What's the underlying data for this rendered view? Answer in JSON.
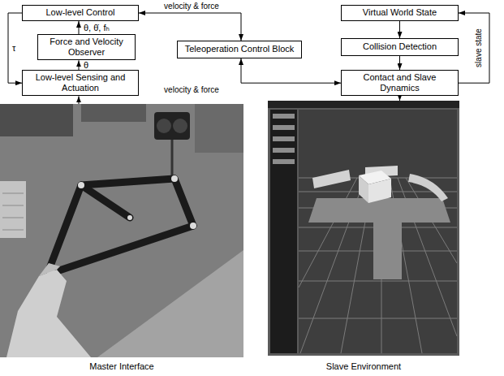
{
  "diagram": {
    "nodes": [
      {
        "text": [
          "Low-level Control"
        ]
      },
      {
        "text": [
          "Force and Velocity Observer"
        ]
      },
      {
        "text": [
          "Low-level Sensing and Actuation"
        ]
      },
      {
        "text": [
          "Teleoperation Control Block"
        ]
      },
      {
        "text": [
          "Virtual World State"
        ]
      },
      {
        "text": [
          "Collision Detection"
        ]
      },
      {
        "text": [
          "Contact and Slave Dynamics"
        ]
      },
      {
        "text": [
          "Master Interface"
        ]
      },
      {
        "text": [
          "Slave Environment"
        ]
      }
    ],
    "edges": [
      {
        "from": 2,
        "to": 1,
        "label": "θ",
        "arrow": "to"
      },
      {
        "from": 1,
        "to": 0,
        "label": "θ, θ̇, fₕ",
        "arrow": "to"
      },
      {
        "from": 0,
        "to": 2,
        "label": "τ",
        "arrow": "to"
      },
      {
        "from": 3,
        "to": 0,
        "label": "velocity & force",
        "arrow": "both"
      },
      {
        "from": 3,
        "to": 6,
        "label": "velocity & force",
        "arrow": "both"
      },
      {
        "from": 4,
        "to": 5,
        "arrow": "to"
      },
      {
        "from": 5,
        "to": 6,
        "arrow": "to"
      },
      {
        "from": 6,
        "to": 4,
        "label": "slave state",
        "arrow": "to"
      },
      {
        "from": 6,
        "to": 8,
        "arrow": "to"
      },
      {
        "from": 7,
        "to": 2,
        "arrow": "to"
      }
    ]
  }
}
